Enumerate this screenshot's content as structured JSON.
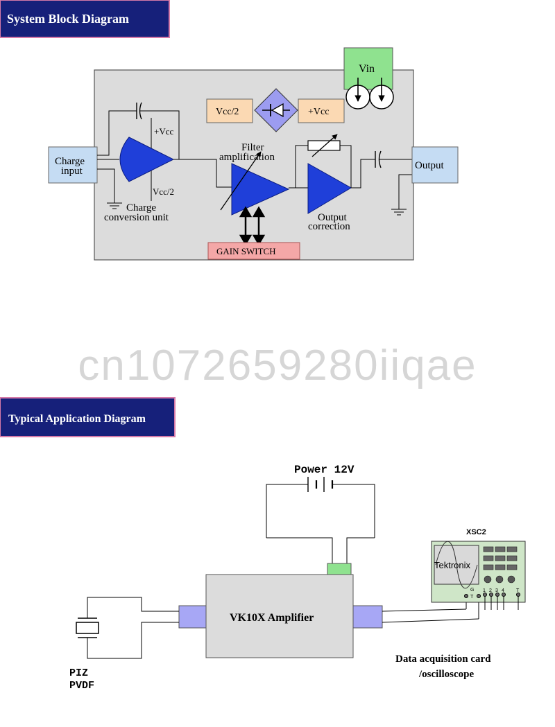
{
  "block_diagram": {
    "title": "System Block Diagram",
    "vin": "Vin",
    "vcc_half_top": "Vcc/2",
    "vcc_plus_top": "+Vcc",
    "charge_input_line1": "Charge",
    "charge_input_line2": "input",
    "vcc_plus_amp": "+Vcc",
    "vcc_half_amp": "Vcc/2",
    "charge_unit_line1": "Charge",
    "charge_unit_line2": "conversion unit",
    "filter_line1": "Filter",
    "filter_line2": "amplification",
    "output_corr_line1": "Output",
    "output_corr_line2": "correction",
    "output": "Output",
    "gain_switch": "GAIN SWITCH"
  },
  "watermark": "cn1072659280iiqae",
  "application": {
    "title": "Typical Application Diagram",
    "power": "Power 12V",
    "amplifier": "VK10X Amplifier",
    "scope_id": "XSC2",
    "scope_brand": "Tektronix",
    "scope_channels": [
      "1",
      "2",
      "3",
      "4",
      "T"
    ],
    "scope_side": [
      "G",
      "T"
    ],
    "sensor_line1": "PIZ",
    "sensor_line2": "PVDF",
    "daq_line1": "Data acquisition card",
    "daq_line2": "/oscilloscope"
  },
  "colors": {
    "title_bg": "#16207a",
    "title_border": "#d77aa8",
    "panel_bg": "#dcdcdc",
    "amp_blue": "#1f3fd9",
    "label_blue": "#c5dcf3",
    "orange_box": "#fbd9b3",
    "green_box": "#8fe28f",
    "gain_red": "#f4a7a7",
    "port_purple": "#a7a7f5",
    "scope_body": "#cfe6c8"
  }
}
